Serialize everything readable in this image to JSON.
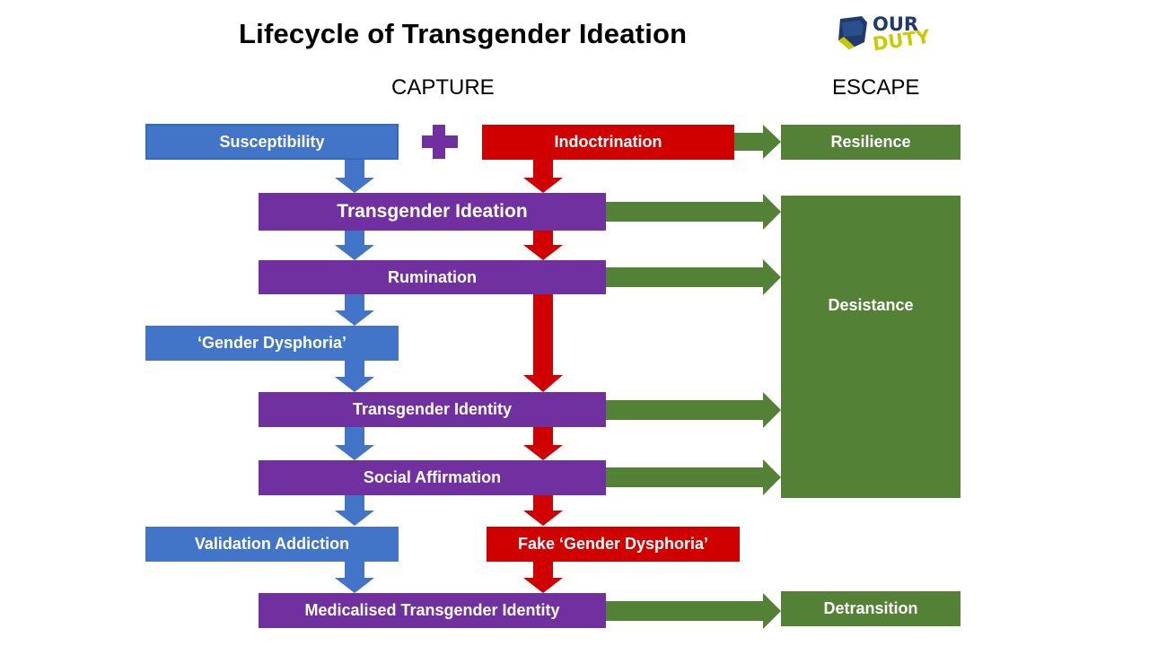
{
  "title": "Lifecycle of Transgender Ideation",
  "logo": {
    "line1": "OUR",
    "line2": "DUTY",
    "icon": "shield-icon"
  },
  "columns": {
    "capture": "CAPTURE",
    "escape": "ESCAPE"
  },
  "plus_symbol": "plus-icon",
  "colors": {
    "blue": "#4274c8",
    "purple": "#7030a0",
    "red": "#d00000",
    "green": "#538135"
  },
  "nodes": {
    "susceptibility": "Susceptibility",
    "indoctrination": "Indoctrination",
    "resilience": "Resilience",
    "transgender_ideation": "Transgender Ideation",
    "rumination": "Rumination",
    "gender_dysphoria": "‘Gender Dysphoria’",
    "transgender_identity": "Transgender Identity",
    "social_affirmation": "Social Affirmation",
    "validation_addiction": "Validation Addiction",
    "fake_gender_dysphoria": "Fake ‘Gender Dysphoria’",
    "medicalised_identity": "Medicalised Transgender Identity",
    "desistance": "Desistance",
    "detransition": "Detransition"
  }
}
